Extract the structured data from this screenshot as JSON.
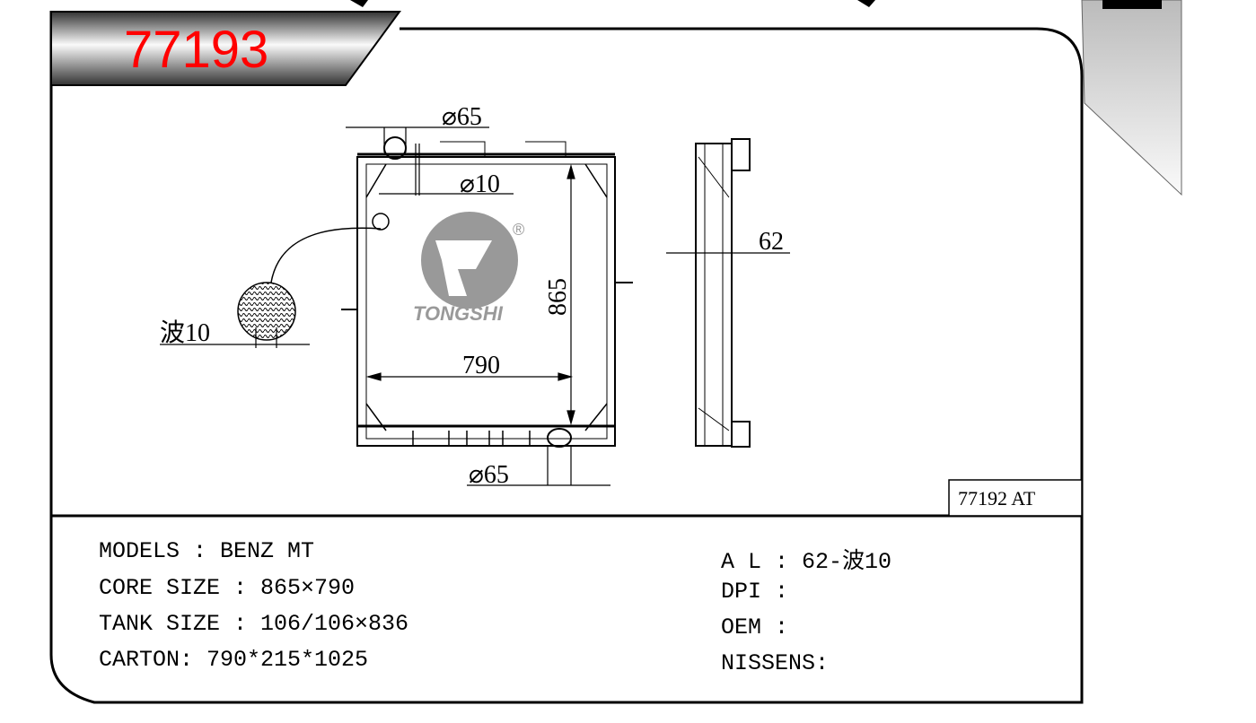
{
  "header": {
    "part_number": "77193",
    "part_color": "#ff0000"
  },
  "reference_box": {
    "label": "77192 AT"
  },
  "drawing": {
    "dim_inlet": "⌀65",
    "dim_outlet": "⌀65",
    "dim_hole": "⌀10",
    "dim_height": "865",
    "dim_width": "790",
    "dim_depth": "62",
    "fin_label": "波10",
    "logo_text": "TONGSHI",
    "logo_mark": "®"
  },
  "specs_left": [
    {
      "text": "MODELS : BENZ MT"
    },
    {
      "text": "CORE SIZE : 865×790"
    },
    {
      "text": "TANK SIZE : 106/106×836"
    },
    {
      "text": "CARTON: 790*215*1025"
    }
  ],
  "specs_right": [
    {
      "text": "A L : 62-波10"
    },
    {
      "text": "DPI :"
    },
    {
      "text": "OEM :"
    },
    {
      "text": "NISSENS:"
    }
  ]
}
